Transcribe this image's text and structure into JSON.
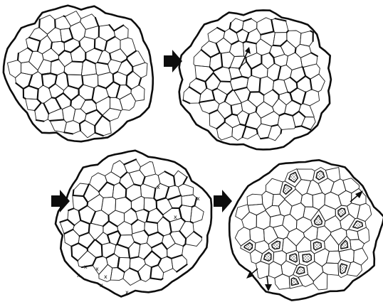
{
  "panels": [
    {
      "id": "a",
      "x_marks": []
    },
    {
      "id": "b",
      "x_marks": []
    },
    {
      "id": "c",
      "x_marks": [
        "x",
        "x",
        "x",
        "x",
        "x",
        "x",
        "x",
        "x",
        "x"
      ]
    },
    {
      "id": "d",
      "x_marks": []
    }
  ],
  "colors": {
    "line": "#0d0d0d",
    "background": "#ffffff"
  },
  "icons": [
    "right-arrow-icon",
    "small-arrow-icon"
  ]
}
